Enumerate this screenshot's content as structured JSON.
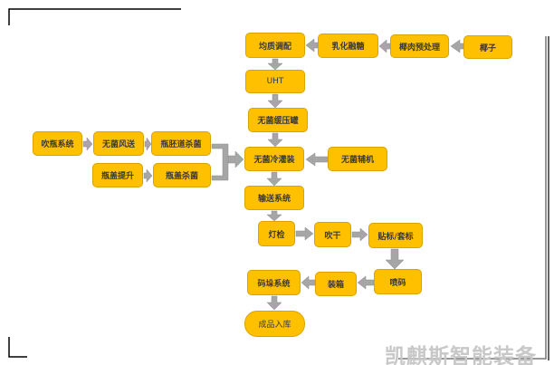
{
  "nodes": {
    "homogenize": "均质调配",
    "emulsify": "乳化融糖",
    "pretreat": "椰肉预处理",
    "coconut": "椰子",
    "uht": "UHT",
    "tank": "无菌缓压罐",
    "blow": "吹瓶系统",
    "air": "无菌风送",
    "preform_sterilize": "瓶胚道杀菌",
    "cap_lift": "瓶盖提升",
    "cap_sterilize": "瓶盖杀菌",
    "filling": "无菌冷灌装",
    "aux": "无菌辅机",
    "conveyor": "输送系统",
    "inspect": "灯检",
    "dry": "吹干",
    "label": "贴标/套标",
    "code": "喷码",
    "pack": "装箱",
    "pallet": "码垛系统",
    "store": "成品入库"
  },
  "watermark": "凯麒斯智能装备",
  "colors": {
    "box": "#ffc000",
    "arrow": "#a6a6a6"
  }
}
